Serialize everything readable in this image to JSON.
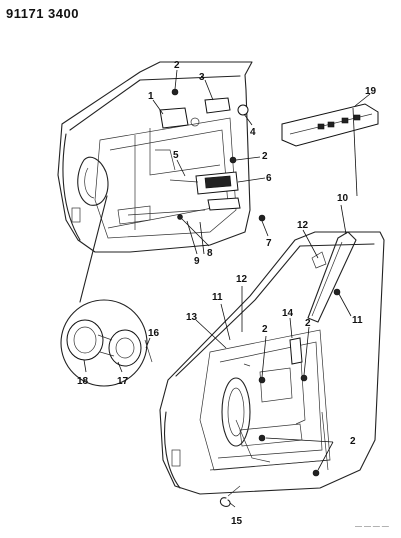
{
  "header": {
    "code": "91171 3400"
  },
  "callouts": [
    "1",
    "2",
    "3",
    "4",
    "2",
    "5",
    "6",
    "7",
    "8",
    "9",
    "10",
    "11",
    "12",
    "2",
    "14",
    "11",
    "12",
    "13",
    "16",
    "17",
    "18",
    "2",
    "2",
    "15",
    "19"
  ],
  "footer_mark": "— — — —"
}
